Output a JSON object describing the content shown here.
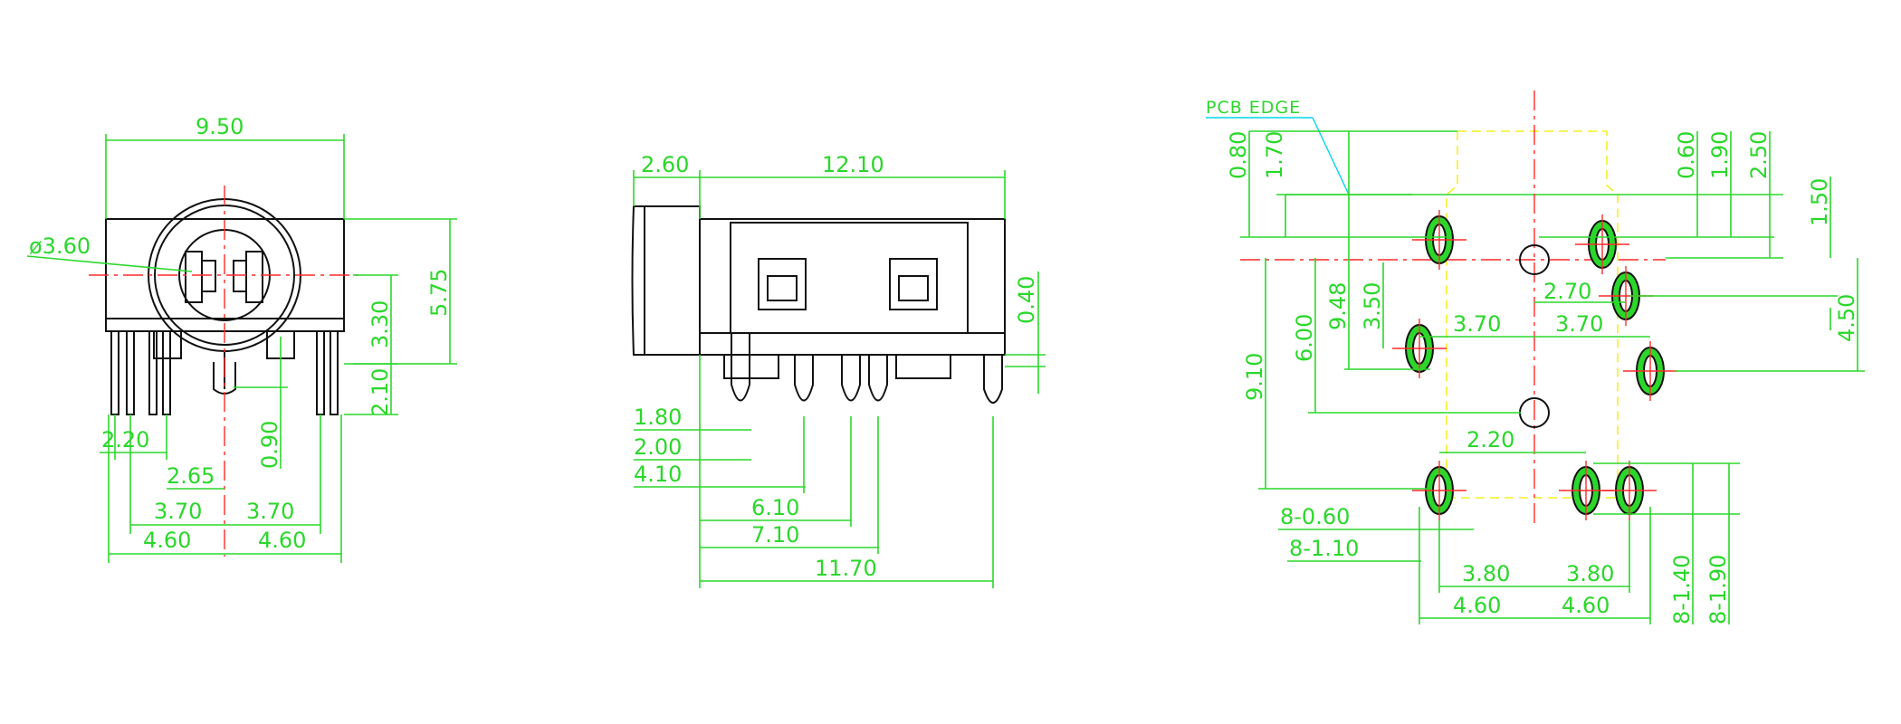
{
  "front_view": {
    "overall_width": "9.50",
    "jack_diameter": "ø3.60",
    "overall_height": "5.75",
    "center_height": "3.30",
    "pin_length": "2.10",
    "pin_offset": "0.90",
    "pin_spacing_a": "2.20",
    "pin_spacing_b": "2.65",
    "pin_spacing_c_left": "3.70",
    "pin_spacing_c_right": "3.70",
    "pin_spacing_d_left": "4.60",
    "pin_spacing_d_right": "4.60"
  },
  "side_view": {
    "front_length": "2.60",
    "body_length": "12.10",
    "standoff": "0.40",
    "pin_1": "1.80",
    "pin_2": "2.00",
    "pin_3": "4.10",
    "pin_4": "6.10",
    "pin_5": "7.10",
    "pin_6": "11.70"
  },
  "footprint": {
    "pcb_edge_label": "PCB EDGE",
    "left_dims": [
      "0.80",
      "1.70"
    ],
    "right_dims": [
      "0.60",
      "1.90",
      "2.50"
    ],
    "far_right_dim": "1.50",
    "vertical_9_10": "9.10",
    "vertical_6_00": "6.00",
    "vertical_9_48": "9.48",
    "vertical_3_50": "3.50",
    "vertical_4_50": "4.50",
    "horiz_2_70": "2.70",
    "horiz_3_70_left": "3.70",
    "horiz_3_70_right": "3.70",
    "horiz_2_20": "2.20",
    "hole_small": "8-0.60",
    "hole_large": "8-1.10",
    "slot_small": "8-1.40",
    "slot_large": "8-1.90",
    "bottom_3_80_left": "3.80",
    "bottom_3_80_right": "3.80",
    "bottom_4_60_left": "4.60",
    "bottom_4_60_right": "4.60"
  }
}
